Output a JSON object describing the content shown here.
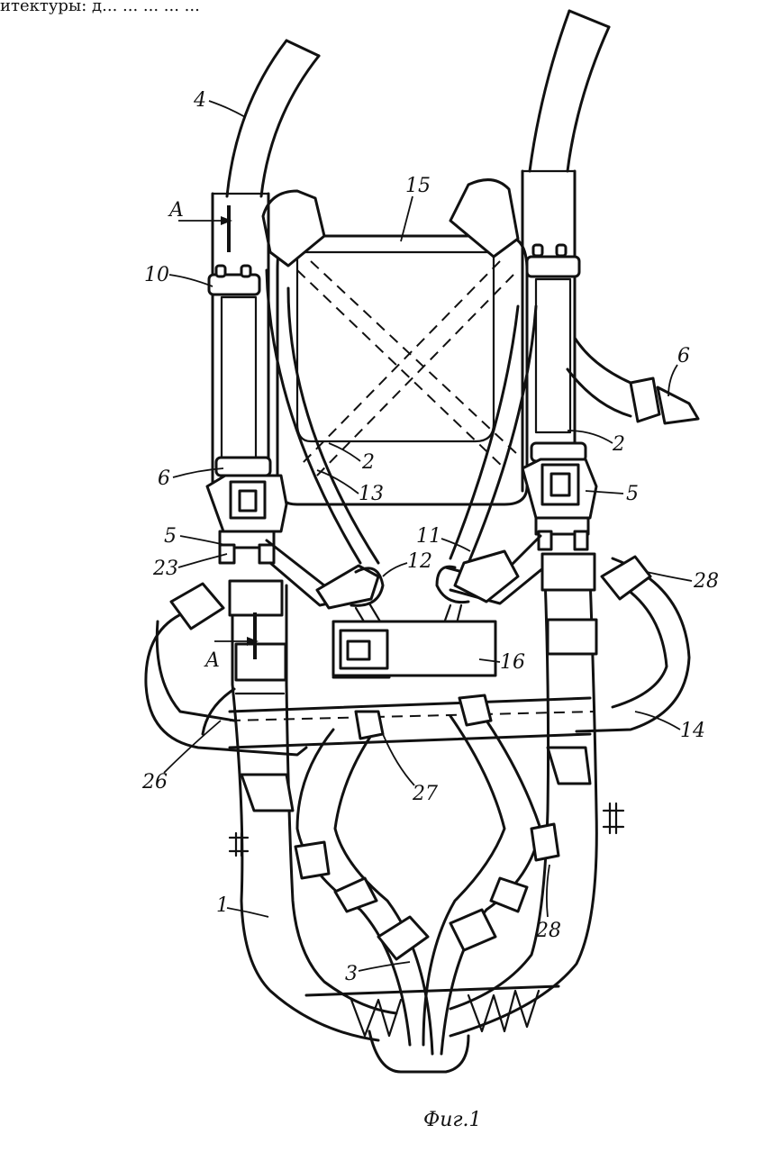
{
  "header_fragment": "итектуры: д... ... ... ... ...",
  "caption": "Фиг.1",
  "labels": {
    "l4": "4",
    "l15": "15",
    "lA_top": "A",
    "l10": "10",
    "l6_right": "6",
    "l2_right": "2",
    "l6_left": "6",
    "l2_center": "2",
    "l13": "13",
    "l5_right": "5",
    "l5_left": "5",
    "l11": "11",
    "l23": "23",
    "l12": "12",
    "l28_upper": "28",
    "lA_bottom": "A",
    "l16": "16",
    "l14": "14",
    "l26": "26",
    "l27": "27",
    "l1": "1",
    "l28_lower": "28",
    "l3": "3"
  }
}
